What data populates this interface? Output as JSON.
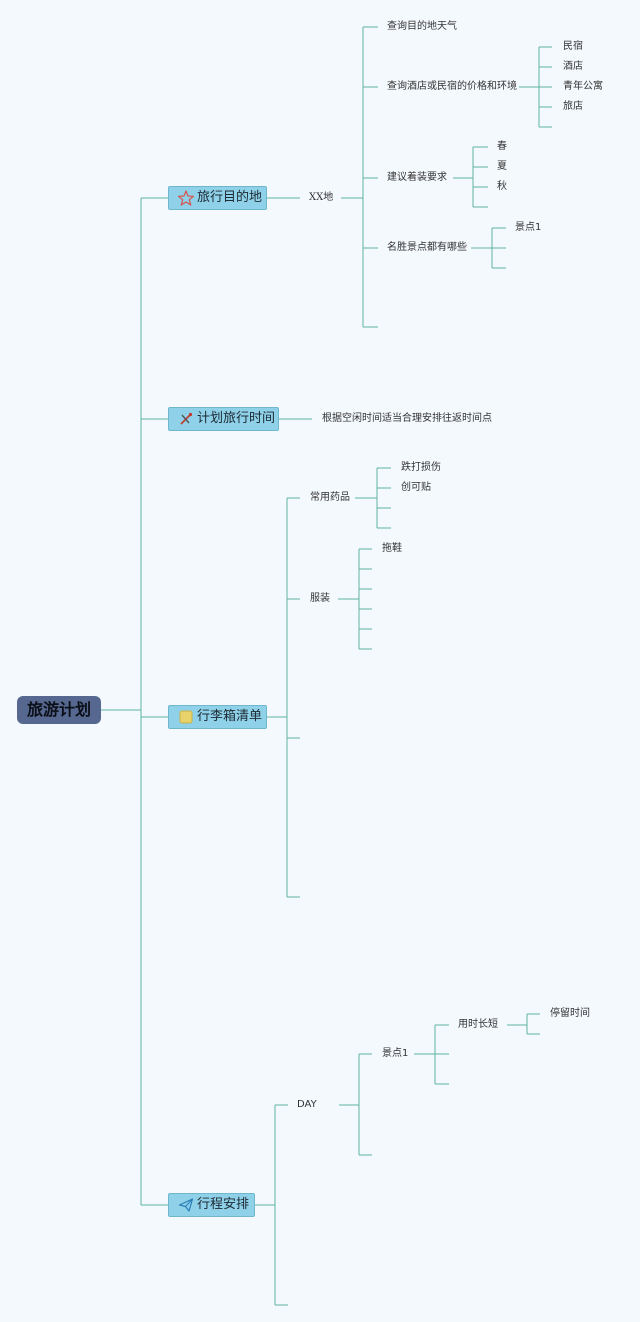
{
  "root": {
    "label": "旅游计划"
  },
  "topics": {
    "destination": {
      "label": "旅行目的地",
      "icon": "star-icon"
    },
    "time": {
      "label": "计划旅行时间",
      "icon": "crossed-tools-icon"
    },
    "luggage": {
      "label": "行李箱清单",
      "icon": "yellow-square-icon"
    },
    "itinerary": {
      "label": "行程安排",
      "icon": "paper-plane-icon"
    }
  },
  "destination": {
    "place": "XX地",
    "weather": "查询目的地天气",
    "lodging": {
      "label": "查询酒店或民宿的价格和环境",
      "options": [
        "民宿",
        "酒店",
        "青年公寓",
        "旅店"
      ]
    },
    "clothing": {
      "label": "建议着装要求",
      "seasons": [
        "春",
        "夏",
        "秋"
      ]
    },
    "sights": {
      "label": "名胜景点都有哪些",
      "items": [
        "景点1"
      ]
    }
  },
  "time": {
    "note": "根据空闲时间适当合理安排往返时间点"
  },
  "luggage": {
    "medicine": {
      "label": "常用药品",
      "items": [
        "跌打损伤",
        "创可贴"
      ]
    },
    "clothes": {
      "label": "服装",
      "items": [
        "拖鞋"
      ]
    }
  },
  "itinerary": {
    "day": "DAY",
    "spot": "景点1",
    "duration": "用时长短",
    "stay": "停留时间"
  },
  "colors": {
    "background": "#f4f9fe",
    "root": "#56688f",
    "topic": "#8fd1e9",
    "line": "#5fb3a3"
  }
}
